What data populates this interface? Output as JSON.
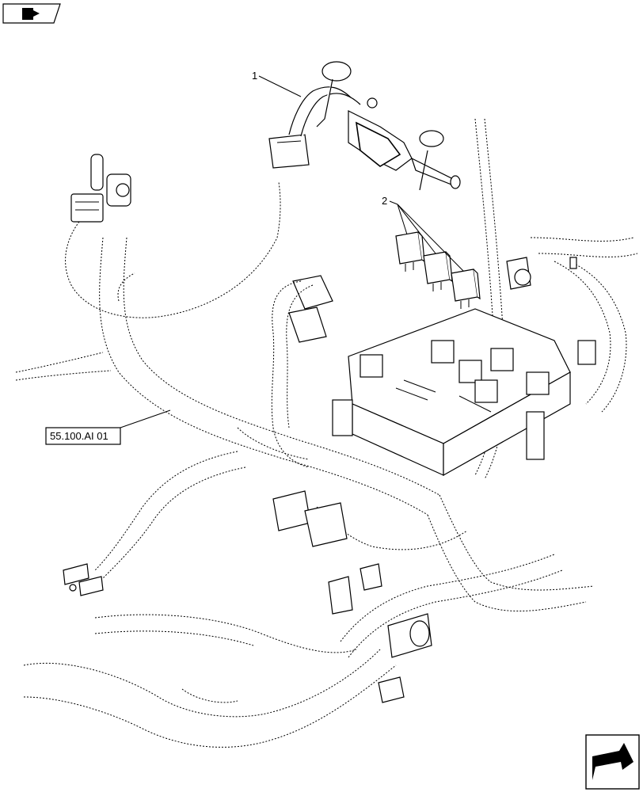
{
  "callouts": {
    "item_1": "1",
    "item_2": "2"
  },
  "reference": {
    "label": "55.100.AI 01"
  },
  "icons": {
    "top_left": "tab-arrow-icon",
    "bottom_right": "next-page-arrow-icon"
  }
}
